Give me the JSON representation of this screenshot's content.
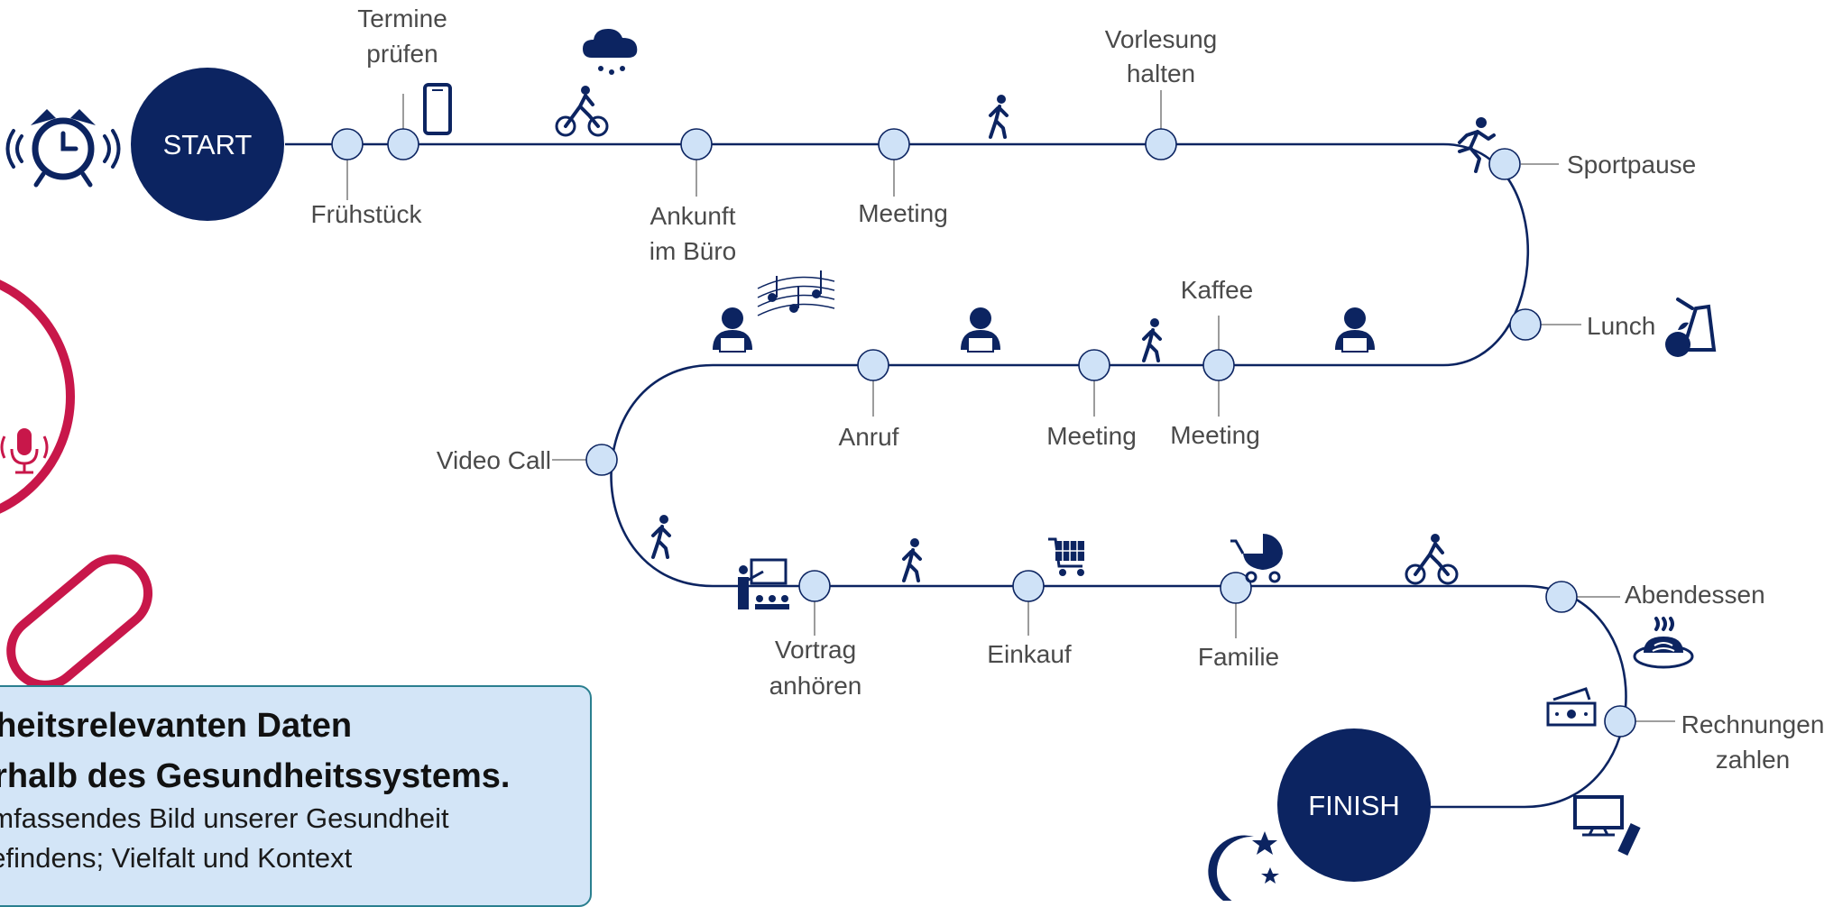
{
  "timeline": {
    "start_label": "START",
    "finish_label": "FINISH",
    "stations": [
      {
        "id": "fruehstueck",
        "label": "Frühstück"
      },
      {
        "id": "termine",
        "label_lines": [
          "Termine",
          "prüfen"
        ]
      },
      {
        "id": "ankunft",
        "label_lines": [
          "Ankunft",
          "im Büro"
        ]
      },
      {
        "id": "meeting1",
        "label": "Meeting"
      },
      {
        "id": "vorlesung",
        "label_lines": [
          "Vorlesung",
          "halten"
        ]
      },
      {
        "id": "sportpause",
        "label": "Sportpause"
      },
      {
        "id": "lunch",
        "label": "Lunch"
      },
      {
        "id": "kaffee",
        "label": "Kaffee"
      },
      {
        "id": "meeting2",
        "label": "Meeting"
      },
      {
        "id": "meeting3",
        "label": "Meeting"
      },
      {
        "id": "anruf",
        "label": "Anruf"
      },
      {
        "id": "videocall",
        "label": "Video Call"
      },
      {
        "id": "vortrag",
        "label_lines": [
          "Vortrag",
          "anhören"
        ]
      },
      {
        "id": "einkauf",
        "label": "Einkauf"
      },
      {
        "id": "familie",
        "label": "Familie"
      },
      {
        "id": "abendessen",
        "label": "Abendessen"
      },
      {
        "id": "rechnungen",
        "label_lines": [
          "Rechnungen",
          "zahlen"
        ]
      }
    ],
    "icons": [
      "alarm-clock",
      "smartphone",
      "rain-cloud",
      "cyclist",
      "walker",
      "runner",
      "lunch-apple",
      "developer",
      "music-notes",
      "teacher-audience",
      "shopping-cart",
      "baby-stroller",
      "spaghetti-dinner",
      "money-bill",
      "television-remote",
      "moon-stars",
      "microphone",
      "magnifying-glass"
    ]
  },
  "info_box": {
    "heading_line1": "dheitsrelevanten Daten",
    "heading_line2": "erhalb des Gesundheitssystems.",
    "text_line1": "umfassendes Bild unserer Gesundheit",
    "text_line2": "befindens; Vielfalt und Kontext"
  },
  "colors": {
    "navy": "#0c2461",
    "node_fill": "#cfe2f7",
    "magnifier": "#c8174a",
    "box_fill": "#d3e5f7",
    "box_border": "#2a7f8f"
  }
}
